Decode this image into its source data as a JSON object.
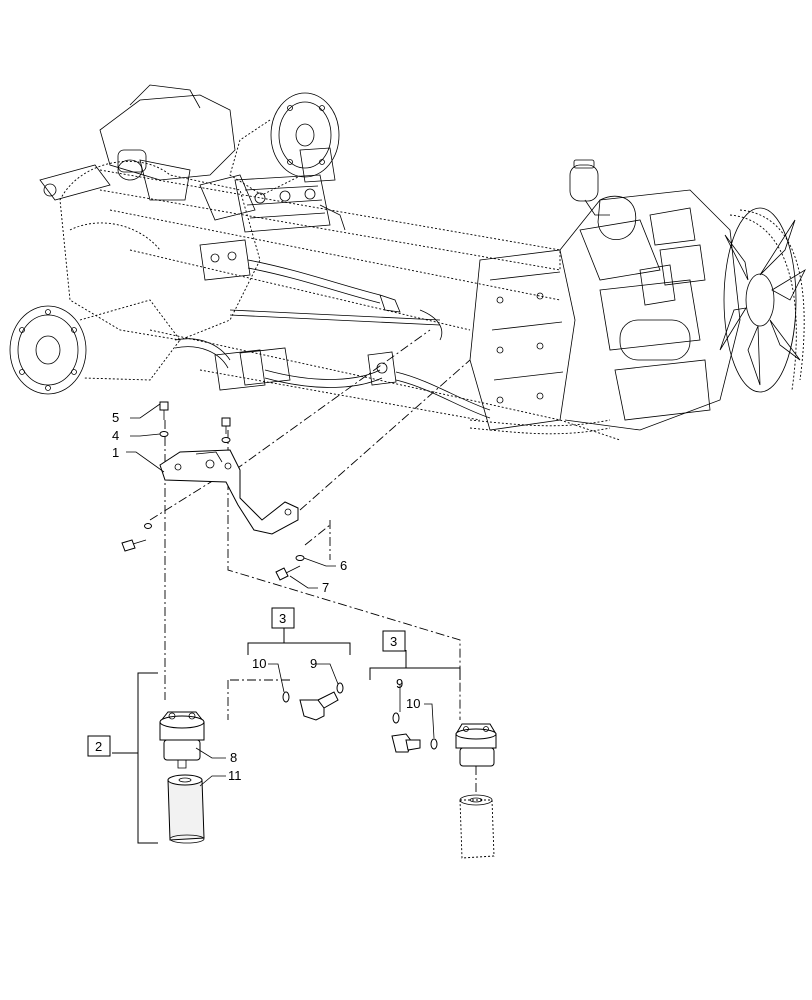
{
  "callouts": {
    "c1": "1",
    "c4": "4",
    "c5": "5",
    "c6": "6",
    "c7": "7",
    "c8": "8",
    "c9a": "9",
    "c10a": "10",
    "c9b": "9",
    "c10b": "10",
    "c11": "11"
  },
  "boxes": {
    "kit_left": "2",
    "kit_upper": "3",
    "kit_right": "3"
  }
}
